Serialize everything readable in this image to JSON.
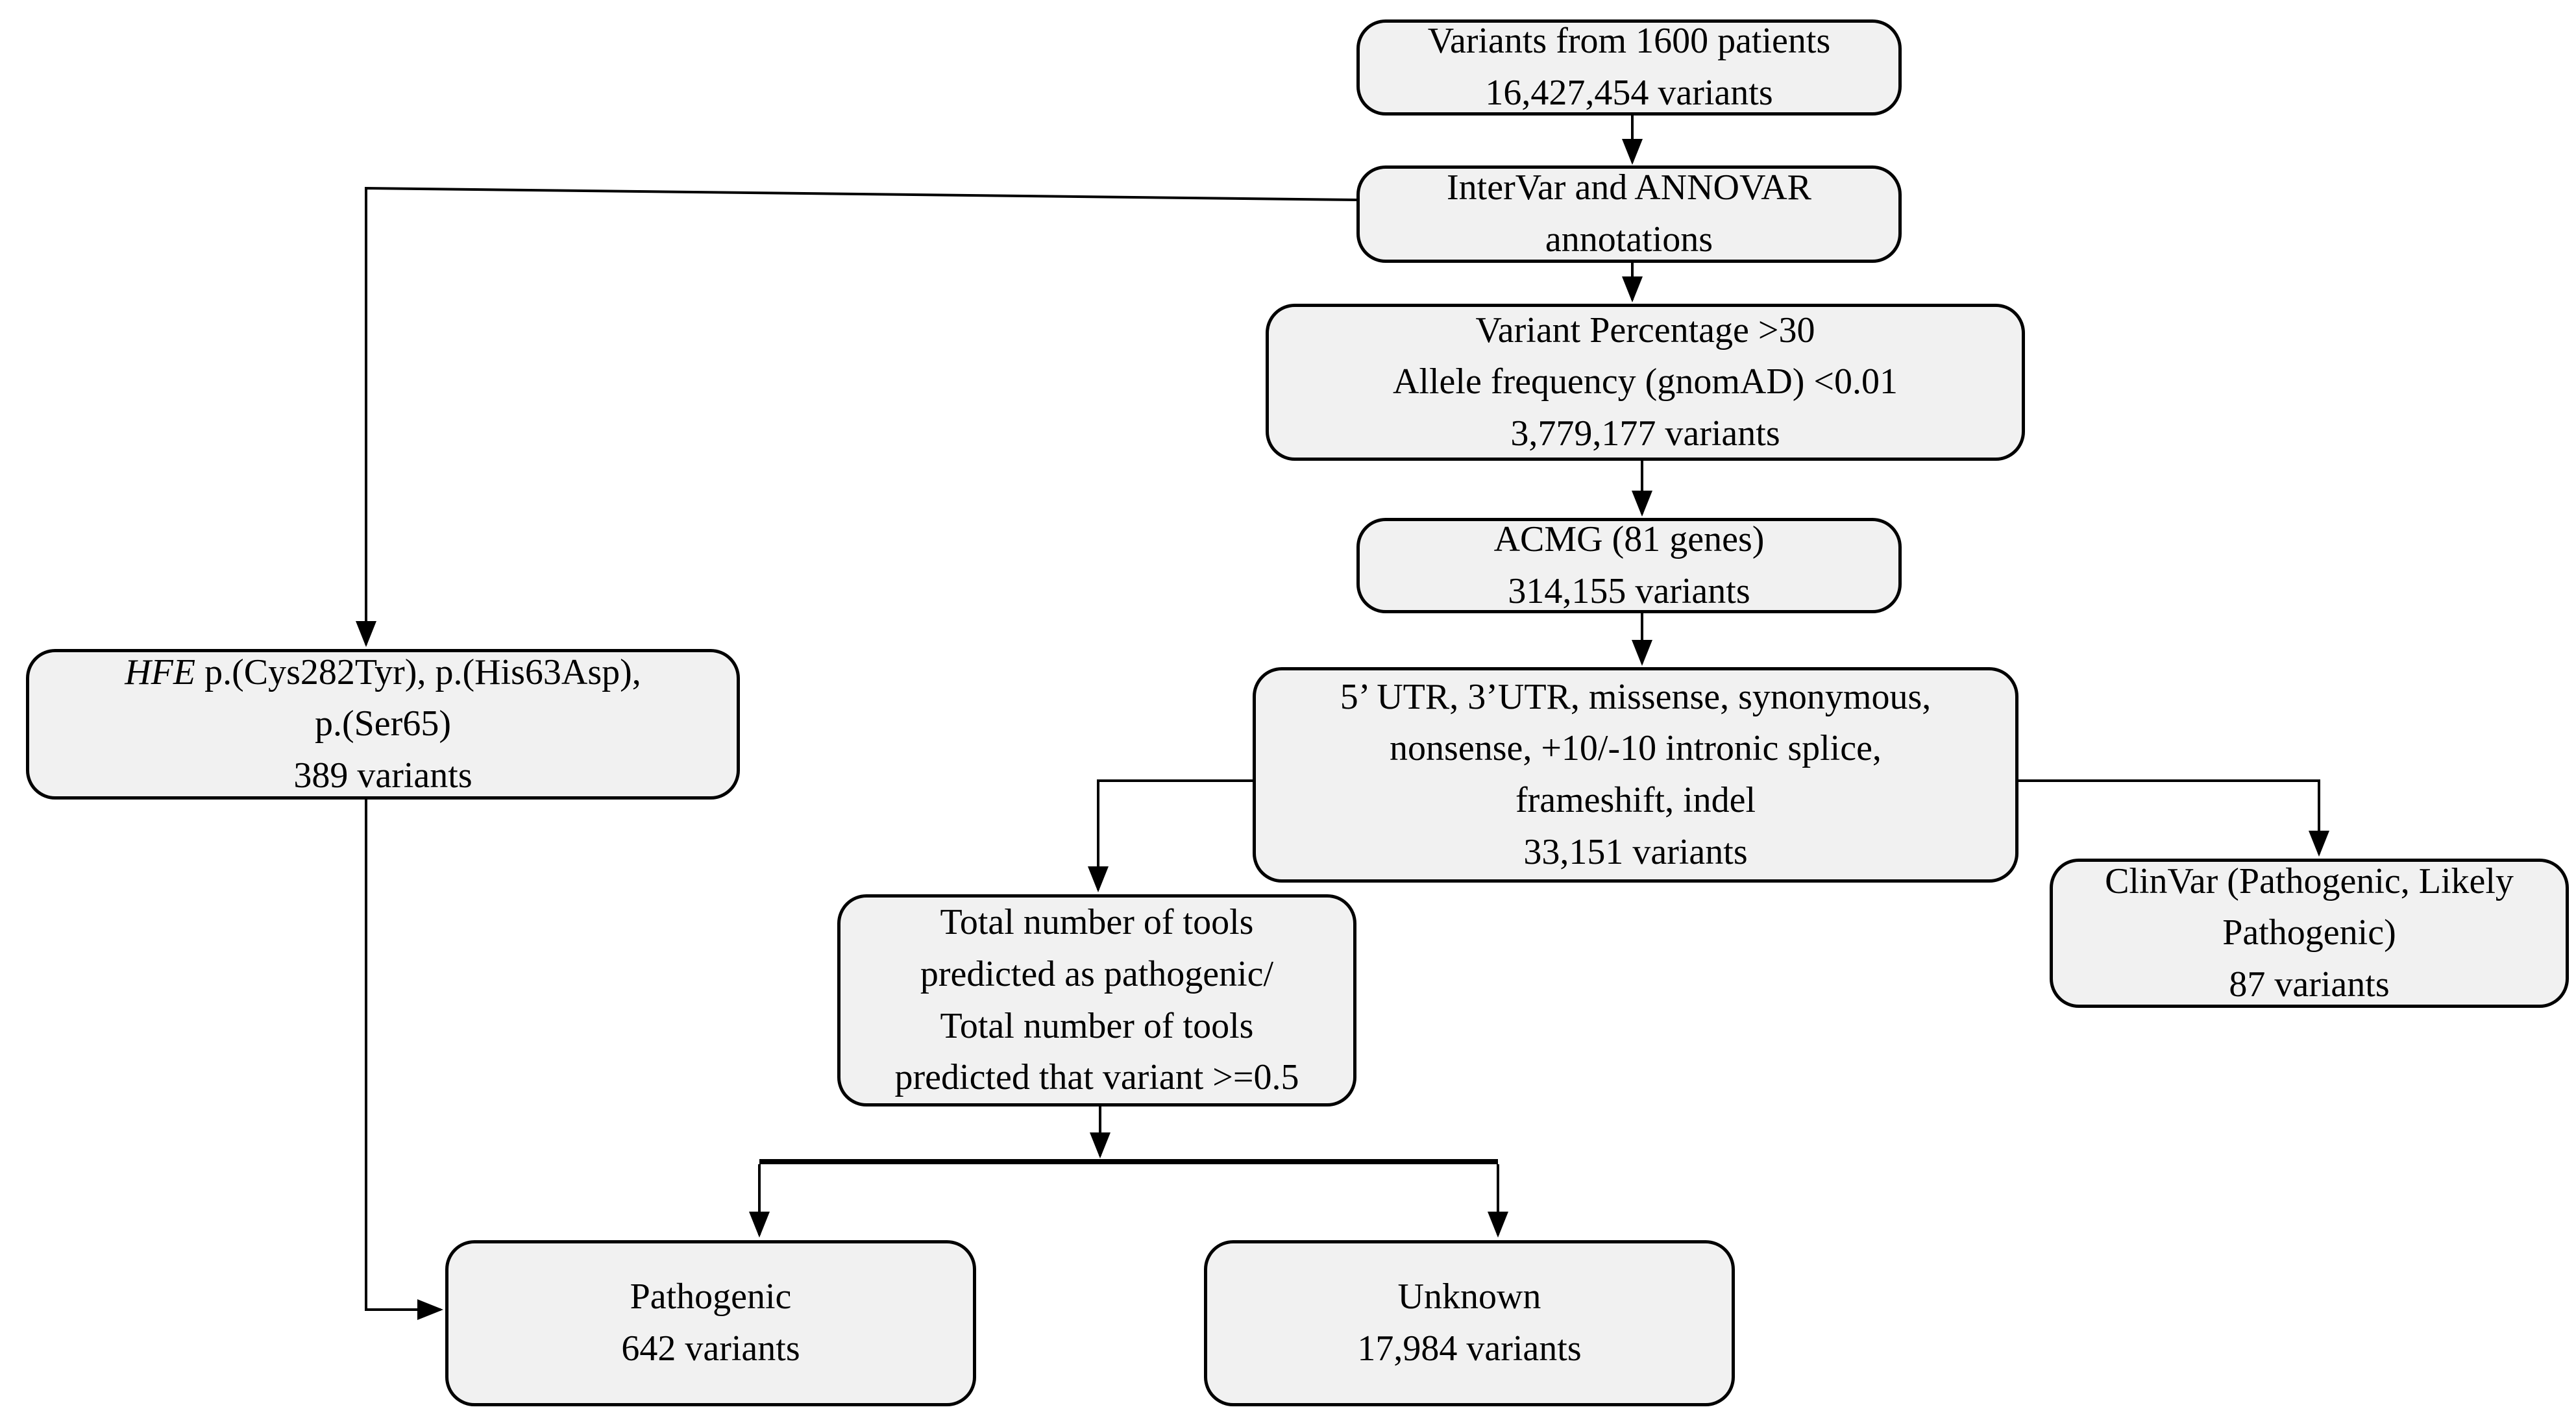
{
  "diagram": {
    "background_color": "#ffffff",
    "node_fill_color": "#f1f1f1",
    "node_border_color": "#000000",
    "connector_color": "#000000",
    "nodes": {
      "variants_source": {
        "lines": [
          "Variants from 1600 patients",
          "16,427,454 variants"
        ]
      },
      "annotations": {
        "lines": [
          "InterVar and ANNOVAR",
          "annotations"
        ]
      },
      "frequency_filter": {
        "lines": [
          "Variant Percentage >30",
          "Allele frequency (gnomAD) <0.01",
          "3,779,177 variants"
        ]
      },
      "acmg_genes": {
        "lines": [
          "ACMG (81 genes)",
          "314,155 variants"
        ]
      },
      "consequence_filter": {
        "lines": [
          "5’ UTR, 3’UTR, missense, synonymous,",
          "nonsense, +10/-10 intronic splice,",
          "frameshift, indel",
          "33,151 variants"
        ]
      },
      "hfe_variants": {
        "gene_symbol": "HFE",
        "line1_rest": " p.(Cys282Tyr), p.(His63Asp),",
        "lines": [
          "p.(Ser65)",
          "389 variants"
        ]
      },
      "tools_score": {
        "lines": [
          "Total number of tools",
          "predicted as pathogenic/",
          "Total number of tools",
          "predicted that variant >=0.5"
        ]
      },
      "clinvar": {
        "lines": [
          "ClinVar (Pathogenic, Likely",
          "Pathogenic)",
          "87 variants"
        ]
      },
      "pathogenic": {
        "lines": [
          "Pathogenic",
          "642 variants"
        ]
      },
      "unknown": {
        "lines": [
          "Unknown",
          "17,984 variants"
        ]
      }
    }
  }
}
